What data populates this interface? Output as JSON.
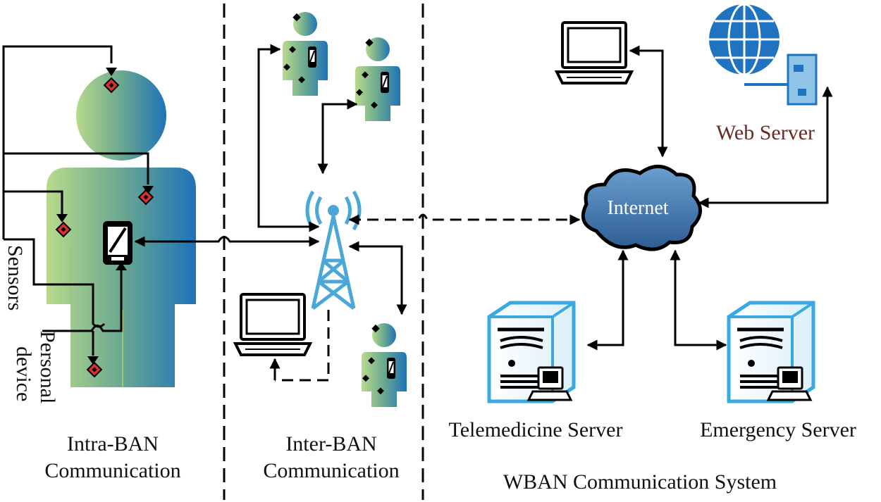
{
  "sections": {
    "intra_ban": {
      "line1": "Intra-BAN",
      "line2": "Communication"
    },
    "inter_ban": {
      "line1": "Inter-BAN",
      "line2": "Communication"
    },
    "wban": {
      "title": "WBAN Communication System"
    }
  },
  "labels": {
    "sensors": "Sensors",
    "personal_device_line1": "Personal",
    "personal_device_line2": "device",
    "internet": "Internet",
    "web_server": "Web Server",
    "telemedicine_server": "Telemedicine Server",
    "emergency_server": "Emergency Server"
  },
  "colors": {
    "body_gradient_start": "#b5d88a",
    "body_gradient_end": "#1f72b8",
    "tower": "#4aa8d8",
    "cloud": "#3b6fa8",
    "server_outline": "#39a9df",
    "globe": "#1f73c0",
    "sensor_fill": "#d9302f",
    "web_server_text": "#6b2a26"
  },
  "icons": [
    "human-body-icon",
    "sensor-icon",
    "smartphone-icon",
    "cell-tower-icon",
    "laptop-icon",
    "cloud-icon",
    "globe-icon",
    "server-tower-icon"
  ]
}
